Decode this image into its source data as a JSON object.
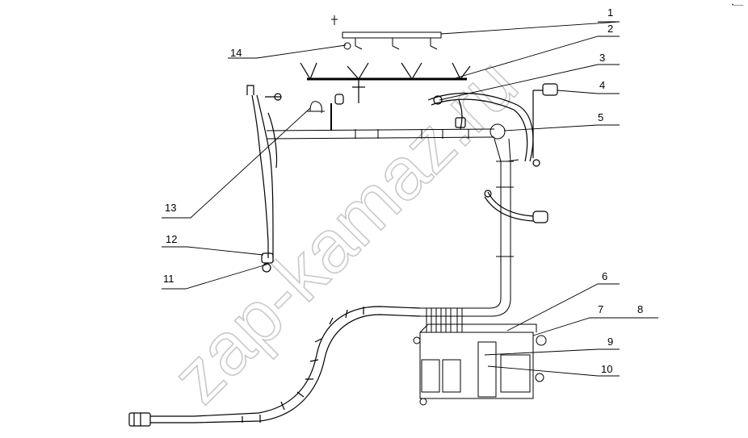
{
  "watermark": "zap-kamaz.ru",
  "corner_mark": "•——",
  "callouts": {
    "c1": "1",
    "c2": "2",
    "c3": "3",
    "c4": "4",
    "c5": "5",
    "c6": "6",
    "c7": "7",
    "c8": "8",
    "c9": "9",
    "c10": "10",
    "c11": "11",
    "c12": "12",
    "c13": "13",
    "c14": "14"
  },
  "colors": {
    "line": "#000000",
    "watermark": "#c9c9c9",
    "background": "#ffffff"
  }
}
